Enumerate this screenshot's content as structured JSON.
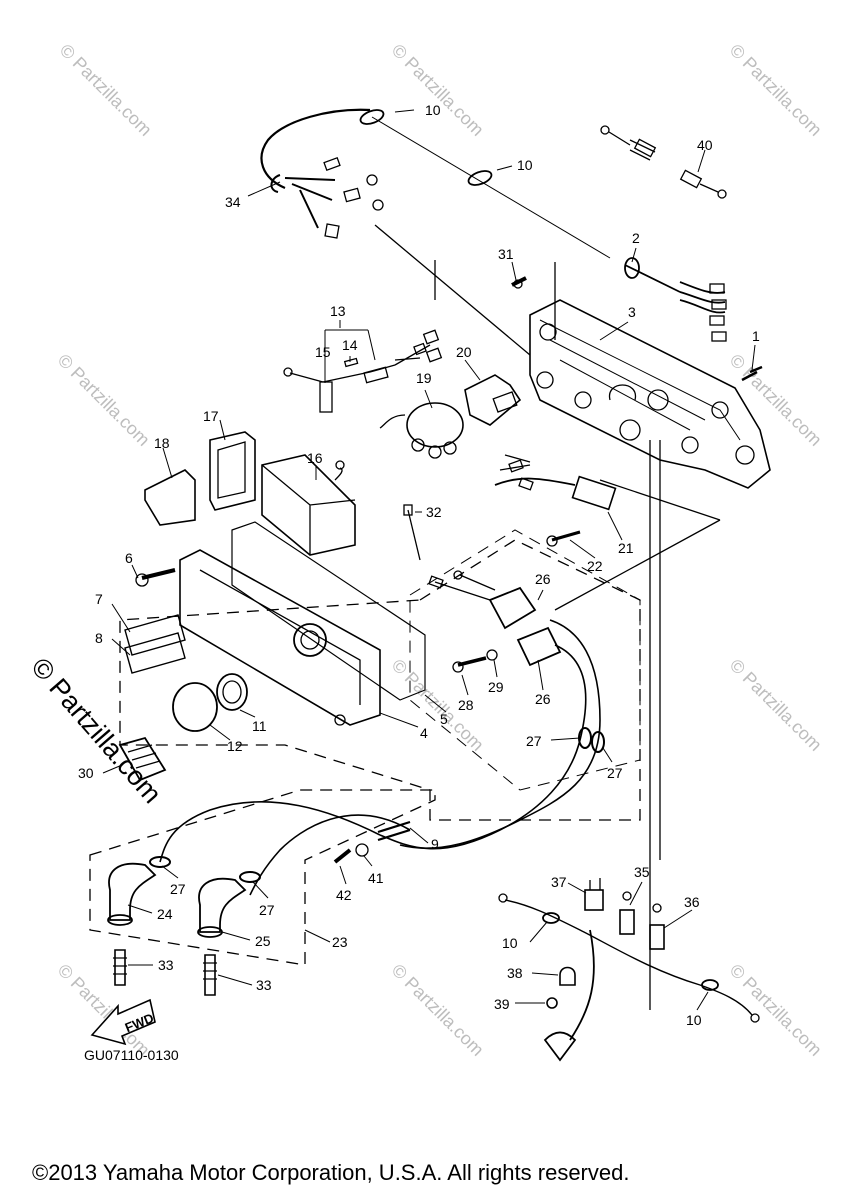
{
  "diagram": {
    "code": "GU07110-0130",
    "copyright": "©2013 Yamaha Motor Corporation, U.S.A. All rights reserved.",
    "watermark_main": "© Partzilla.com",
    "watermark_small": "© Partzilla.com",
    "fwd_label": "FWD",
    "parts": [
      "1",
      "2",
      "3",
      "4",
      "5",
      "6",
      "7",
      "8",
      "9",
      "10",
      "11",
      "12",
      "13",
      "14",
      "15",
      "16",
      "17",
      "18",
      "19",
      "20",
      "21",
      "22",
      "23",
      "24",
      "25",
      "26",
      "27",
      "28",
      "29",
      "30",
      "31",
      "32",
      "33",
      "34",
      "35",
      "36",
      "37",
      "38",
      "39",
      "40",
      "41",
      "42"
    ]
  }
}
